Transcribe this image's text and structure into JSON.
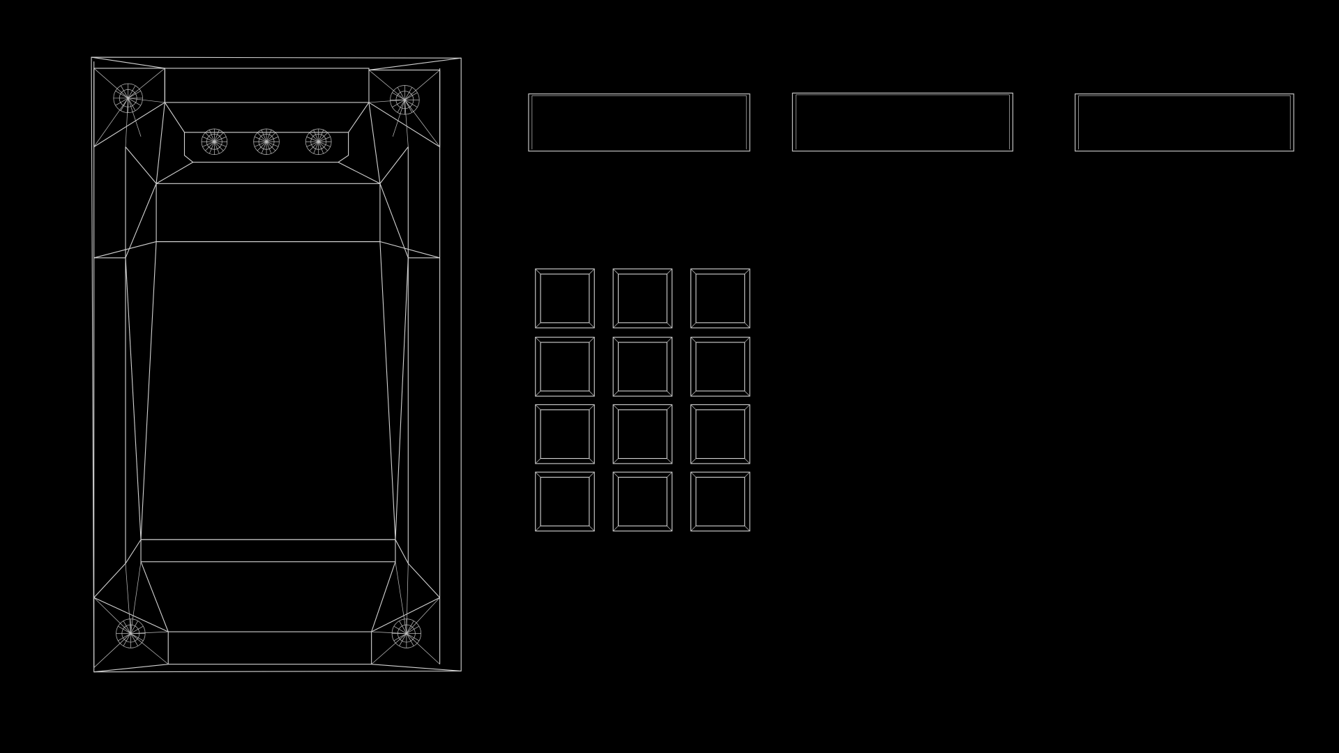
{
  "colors": {
    "background": "#000000",
    "wireframe": "#d4d4d4"
  },
  "device": {
    "top_buttons": 3,
    "corner_screws": 4
  },
  "panels": {
    "bars": 3,
    "key_rows": 4,
    "key_cols": 3
  }
}
